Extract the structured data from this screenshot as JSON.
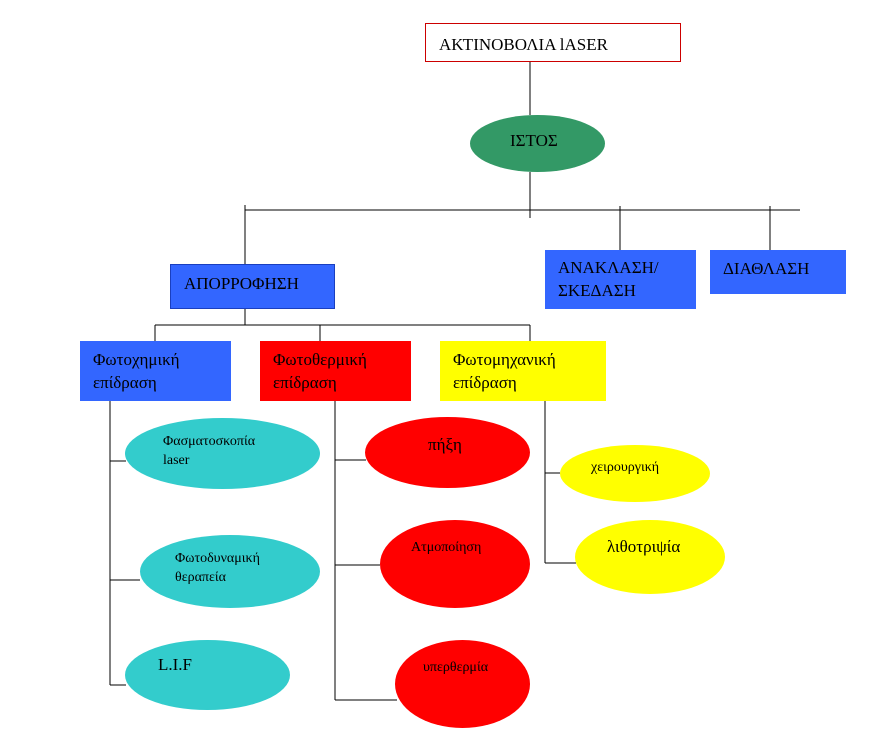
{
  "colors": {
    "blue": "#3366ff",
    "red": "#ff0000",
    "yellow": "#ffff00",
    "cyan": "#33cccc",
    "green": "#339966",
    "title_border": "#cc0000"
  },
  "diagram": {
    "title": "ΑΚΤΙΝΟΒΟΛΙΑ lASER",
    "tissue": "ΙΣΤΟΣ",
    "absorption": "ΑΠΟΡΡΟΦΗΣΗ",
    "reflection_line1": "ΑΝΑΚΛΑΣΗ/",
    "reflection_line2": "ΣΚΕΔΑΣΗ",
    "refraction": "ΔΙΑΘΛΑΣΗ",
    "photochemical_line1": "Φωτοχημική",
    "photochemical_line2": "επίδραση",
    "photothermal_line1": "Φωτοθερμική",
    "photothermal_line2": "επίδραση",
    "photomechanical_line1": "Φωτομηχανική",
    "photomechanical_line2": "επίδραση",
    "spectroscopy_line1": "Φασματοσκοπία",
    "spectroscopy_line2": "laser",
    "pdt_line1": "Φωτοδυναμική",
    "pdt_line2": "θεραπεία",
    "lif": "L.I.F",
    "coagulation": "πήξη",
    "vaporization": "Ατμοποίηση",
    "hyperthermia": "υπερθερμία",
    "surgery": "χειρουργική",
    "lithotripsy": "λιθοτριψία"
  }
}
